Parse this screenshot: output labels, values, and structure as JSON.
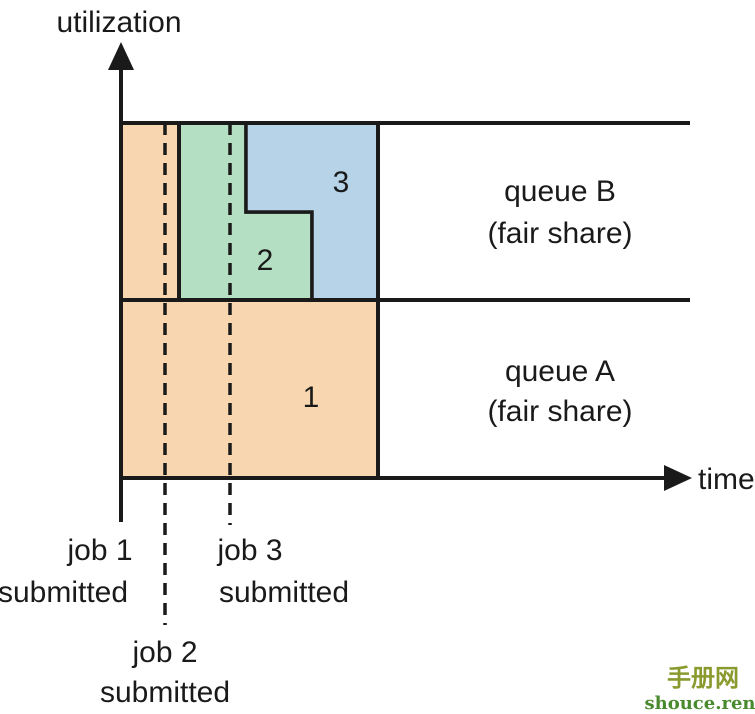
{
  "axes": {
    "y_label": "utilization",
    "x_label": "time"
  },
  "queues": {
    "b": {
      "line1": "queue B",
      "line2": "(fair share)"
    },
    "a": {
      "line1": "queue A",
      "line2": "(fair share)"
    }
  },
  "jobs": {
    "job1": {
      "number": "1",
      "line1": "job 1",
      "line2": "submitted"
    },
    "job2": {
      "number": "2",
      "line1": "job 2",
      "line2": "submitted"
    },
    "job3": {
      "number": "3",
      "line1": "job 3",
      "line2": "submitted"
    }
  },
  "colors": {
    "job1": "#f8d6b0",
    "job2": "#b5dfc2",
    "job3": "#b6d3e8",
    "outline": "#1a1a1a",
    "watermark_cn": "#8a9a2e",
    "watermark_en": "#4a8a2e"
  },
  "watermark": {
    "chinese": "手册网",
    "url": "shouce.ren"
  }
}
